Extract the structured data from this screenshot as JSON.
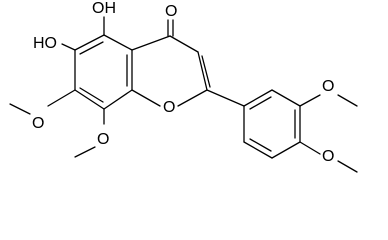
{
  "atom_labels": {
    "oh_top": "OH",
    "oh_left": "HO",
    "carbonyl_o": "O",
    "ring_o": "O",
    "o_methoxy_c7": "O",
    "o_methoxy_c8": "O",
    "o_methoxy_3prime": "O",
    "o_methoxy_4prime": "O"
  },
  "colors": {
    "ink": "#000000",
    "background": "#ffffff"
  }
}
